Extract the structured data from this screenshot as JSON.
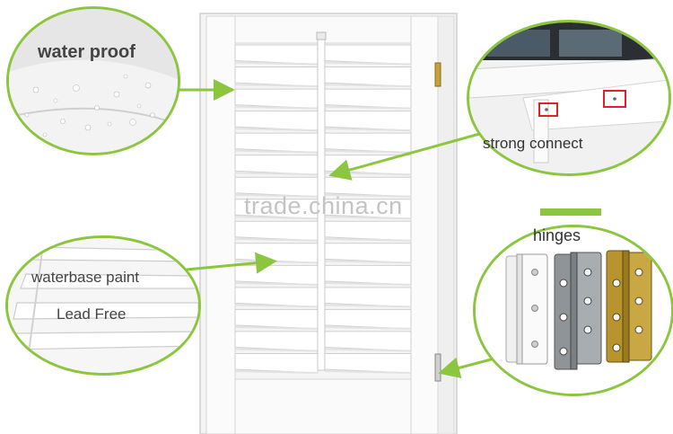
{
  "labels": {
    "water_proof": "water proof",
    "strong_connect": "strong connect",
    "waterbase_paint": "waterbase paint",
    "lead_free": "Lead Free",
    "hinges": "hinges"
  },
  "watermark": "trade.china.cn",
  "colors": {
    "accent_green": "#8cc63f",
    "shutter_white": "#f7f7f7",
    "highlight_red": "#e0202a",
    "hinge_silver": "#8e9498",
    "hinge_gold": "#b8942e"
  },
  "product": {
    "louver_rows": 15,
    "hinge_finishes": [
      "white",
      "silver",
      "gold"
    ]
  }
}
